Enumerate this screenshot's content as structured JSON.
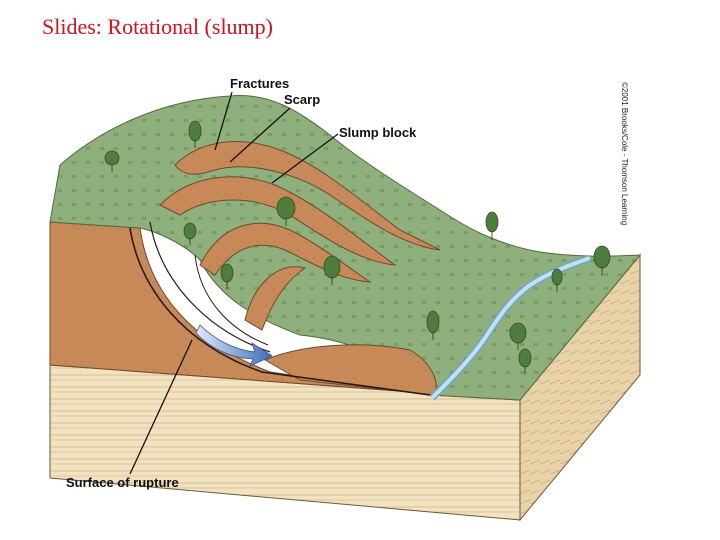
{
  "slide": {
    "title": "Slides: Rotational (slump)"
  },
  "diagram": {
    "labels": {
      "fractures": "Fractures",
      "scarp": "Scarp",
      "slump_block": "Slump block",
      "surface_of_rupture": "Surface of rupture"
    },
    "copyright": "©2001 Brooks/Cole - Thomson Learning"
  },
  "colors": {
    "title_red": "#d0101a",
    "grass": "#8fb07c",
    "soil": "#c98a5a",
    "strata": "#f3e2c0",
    "stream": "#a9d6ec",
    "arrow": "#3f6fb8"
  }
}
